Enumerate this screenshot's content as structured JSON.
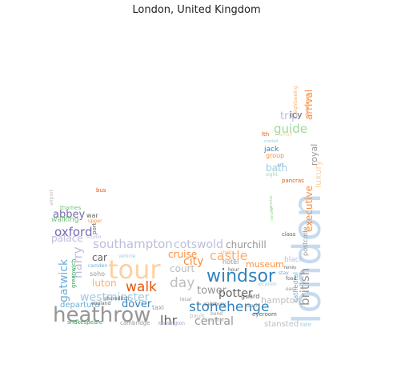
{
  "title": "London, United Kingdom",
  "palette": {
    "dark_blue": "#3182bd",
    "mid_blue": "#6baed6",
    "light_blue": "#9ecae1",
    "pale_blue": "#c6dbef",
    "dark_orange": "#e6550d",
    "mid_orange": "#fd8d3c",
    "light_orange": "#fdae6b",
    "pale_orange": "#fdd0a2",
    "dark_green": "#31a354",
    "mid_green": "#74c476",
    "light_green": "#a1d99b",
    "dark_purple": "#756bb1",
    "mid_purple": "#9e9ac8",
    "light_purple": "#bcbddc",
    "dark_gray": "#636363",
    "mid_gray": "#969696",
    "light_gray": "#bdbdbd"
  },
  "words": [
    {
      "text": "london",
      "color": "pale_blue"
    },
    {
      "text": "heathrow",
      "color": "mid_gray"
    },
    {
      "text": "tour",
      "color": "pale_orange"
    },
    {
      "text": "windsor",
      "color": "dark_blue"
    },
    {
      "text": "stonehenge",
      "color": "dark_blue"
    },
    {
      "text": "castle",
      "color": "light_orange"
    },
    {
      "text": "walk",
      "color": "dark_orange"
    },
    {
      "text": "day",
      "color": "light_gray"
    },
    {
      "text": "southampton",
      "color": "light_purple"
    },
    {
      "text": "cotswold",
      "color": "light_purple"
    },
    {
      "text": "oxford",
      "color": "dark_purple"
    },
    {
      "text": "gatwick",
      "color": "mid_blue"
    },
    {
      "text": "harry",
      "color": "light_purple"
    },
    {
      "text": "westminster",
      "color": "light_blue"
    },
    {
      "text": "british",
      "color": "mid_gray"
    },
    {
      "text": "potter",
      "color": "dark_gray"
    },
    {
      "text": "central",
      "color": "mid_gray"
    },
    {
      "text": "lhr",
      "color": "dark_gray"
    },
    {
      "text": "guide",
      "color": "light_green"
    },
    {
      "text": "executive",
      "color": "mid_orange"
    },
    {
      "text": "luxury",
      "color": "pale_orange"
    },
    {
      "text": "trip",
      "color": "light_purple"
    },
    {
      "text": "arrival",
      "color": "mid_orange"
    },
    {
      "text": "abbey",
      "color": "dark_purple"
    },
    {
      "text": "palace",
      "color": "light_purple"
    },
    {
      "text": "city",
      "color": "mid_orange"
    },
    {
      "text": "tower",
      "color": "mid_gray"
    },
    {
      "text": "museum",
      "color": "mid_orange"
    },
    {
      "text": "dover",
      "color": "dark_blue"
    },
    {
      "text": "luton",
      "color": "light_orange"
    },
    {
      "text": "car",
      "color": "dark_gray"
    },
    {
      "text": "cruise",
      "color": "mid_orange"
    },
    {
      "text": "court",
      "color": "light_gray"
    },
    {
      "text": "churchill",
      "color": "mid_gray"
    },
    {
      "text": "bath",
      "color": "light_blue"
    },
    {
      "text": "royal",
      "color": "mid_gray"
    },
    {
      "text": "hampton",
      "color": "light_gray"
    },
    {
      "text": "stansted",
      "color": "light_gray"
    },
    {
      "text": "cathedral",
      "color": "mid_blue"
    },
    {
      "text": "black",
      "color": "light_purple"
    },
    {
      "text": "class",
      "color": "dark_gray"
    },
    {
      "text": "pancras",
      "color": "dark_orange"
    },
    {
      "text": "jack",
      "color": "dark_blue"
    },
    {
      "text": "group",
      "color": "mid_orange"
    },
    {
      "text": "lth",
      "color": "dark_orange"
    },
    {
      "text": "icy",
      "color": "dark_gray"
    },
    {
      "text": "port",
      "color": "dark_gray"
    },
    {
      "text": "bus",
      "color": "dark_orange"
    },
    {
      "text": "thames",
      "color": "mid_green"
    },
    {
      "text": "walking",
      "color": "mid_green"
    },
    {
      "text": "war",
      "color": "dark_gray"
    },
    {
      "text": "studio",
      "color": "light_purple"
    },
    {
      "text": "departure",
      "color": "mid_blue"
    },
    {
      "text": "shakespeare",
      "color": "dark_green"
    },
    {
      "text": "cambridge",
      "color": "mid_gray"
    },
    {
      "text": "kensington",
      "color": "mid_purple"
    },
    {
      "text": "soho",
      "color": "mid_gray"
    },
    {
      "text": "camden",
      "color": "mid_blue"
    },
    {
      "text": "shoreditch",
      "color": "dark_gray"
    },
    {
      "text": "england",
      "color": "dark_gray"
    },
    {
      "text": "salisbury",
      "color": "dark_gray"
    },
    {
      "text": "pauls",
      "color": "light_gray"
    },
    {
      "text": "taxi",
      "color": "mid_gray"
    },
    {
      "text": "guard",
      "color": "dark_gray"
    },
    {
      "text": "eyeroom",
      "color": "dark_gray"
    },
    {
      "text": "tate",
      "color": "light_blue"
    },
    {
      "text": "hotel",
      "color": "mid_gray"
    },
    {
      "text": "river",
      "color": "light_orange"
    },
    {
      "text": "food",
      "color": "dark_gray"
    },
    {
      "text": "family",
      "color": "dark_gray"
    },
    {
      "text": "postcode",
      "color": "mid_gray"
    },
    {
      "text": "sight",
      "color": "light_green"
    },
    {
      "text": "art",
      "color": "mid_blue"
    },
    {
      "text": "small",
      "color": "pale_orange"
    },
    {
      "text": "greenwich",
      "color": "dark_green"
    },
    {
      "text": "vehicle",
      "color": "light_blue"
    },
    {
      "text": "location",
      "color": "light_blue"
    },
    {
      "text": "local",
      "color": "mid_gray"
    },
    {
      "text": "coach",
      "color": "mid_gray"
    },
    {
      "text": "christmas",
      "color": "mid_orange"
    },
    {
      "text": "sightseeing",
      "color": "light_orange"
    },
    {
      "text": "market",
      "color": "light_blue"
    },
    {
      "text": "hour",
      "color": "dark_gray"
    },
    {
      "text": "airport",
      "color": "light_gray"
    },
    {
      "text": "upper",
      "color": "mid_orange"
    },
    {
      "text": "eurostar",
      "color": "light_green"
    },
    {
      "text": "bond",
      "color": "mid_gray"
    },
    {
      "text": "include",
      "color": "light_gray"
    },
    {
      "text": "stay",
      "color": "mid_blue"
    },
    {
      "text": "east",
      "color": "mid_gray"
    },
    {
      "text": "natural",
      "color": "light_green"
    }
  ]
}
